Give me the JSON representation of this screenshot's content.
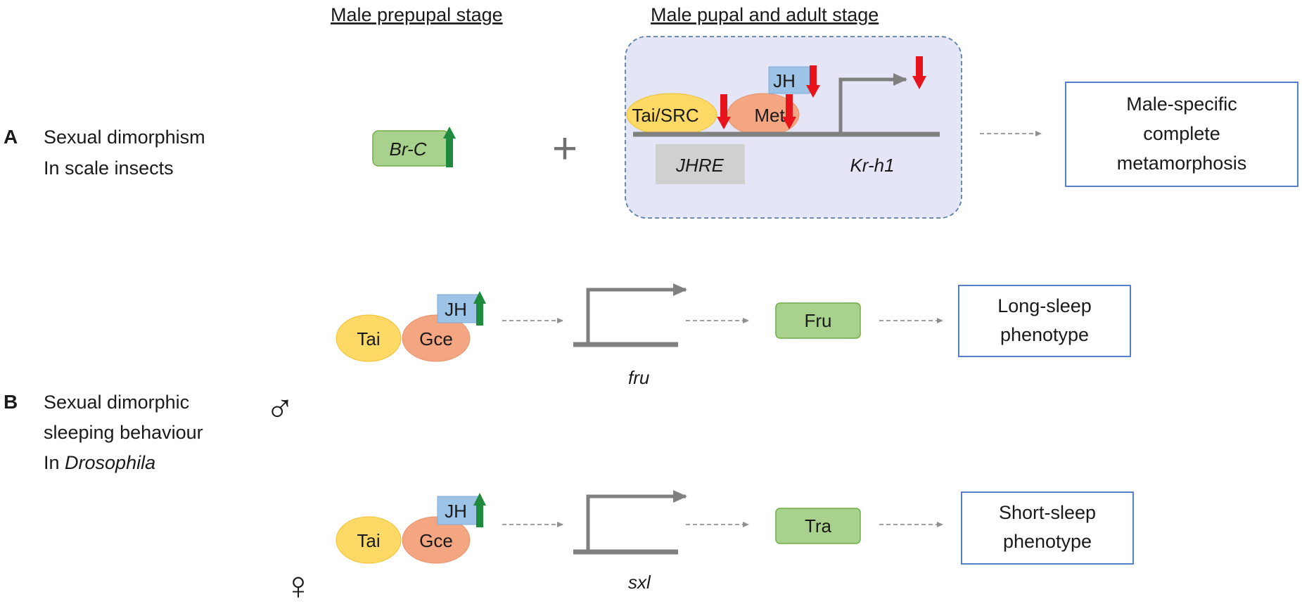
{
  "headers": {
    "prepupal": "Male prepupal stage",
    "pupal": "Male pupal and adult stage"
  },
  "panel_a": {
    "letter": "A",
    "label_line1": "Sexual dimorphism",
    "label_line2": "In scale insects",
    "brc": "Br-C",
    "plus": "+",
    "tai_src": "Tai/SRC",
    "met": "Met",
    "jh": "JH",
    "jhre": "JHRE",
    "krh1": "Kr-h1",
    "outcome": [
      "Male-specific",
      "complete",
      "metamorphosis"
    ]
  },
  "panel_b": {
    "letter": "B",
    "label_line1": "Sexual dimorphic",
    "label_line2": "sleeping behaviour",
    "label_line3_prefix": "In ",
    "label_line3_italic": "Drosophila",
    "male_symbol": "♂",
    "female_symbol": "♀",
    "male": {
      "tai": "Tai",
      "gce": "Gce",
      "jh": "JH",
      "gene": "fru",
      "protein": "Fru",
      "outcome": [
        "Long-sleep",
        "phenotype"
      ]
    },
    "female": {
      "tai": "Tai",
      "gce": "Gce",
      "jh": "JH",
      "gene": "sxl",
      "protein": "Tra",
      "outcome": [
        "Short-sleep",
        "phenotype"
      ]
    }
  },
  "colors": {
    "green_fill": "#a9d18e",
    "green_stroke": "#70ad47",
    "green_arrow": "#1e8a3e",
    "red_arrow": "#e8141b",
    "yellow_fill": "#ffd966",
    "salmon_fill": "#f4a582",
    "blue_fill": "#9dc3e6",
    "gray_line": "#808080",
    "box_border": "#4472c4",
    "panel_bg": "#e4e6f7"
  }
}
